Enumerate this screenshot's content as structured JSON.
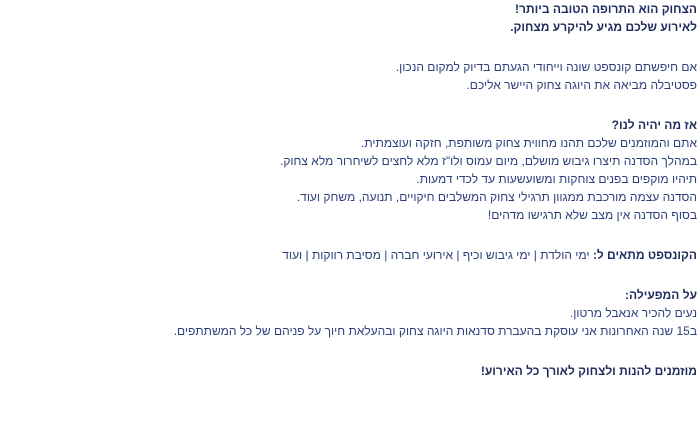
{
  "headline": [
    "הצחוק הוא התרופה הטובה ביותר!",
    "לאירוע שלכם מגיע להיקרע מצחוק."
  ],
  "intro": [
    "אם חיפשתם קונספט שונה וייחודי הגעתם בדיוק למקום הנכון.",
    "פסטיבלה מביאה את היוגה צחוק היישר אליכם."
  ],
  "what_title": "אז מה יהיה לנו?",
  "what_lines": [
    "אתם והמוזמנים שלכם תהנו מחווית צחוק משותפת, חזקה ועוצמתית.",
    "במהלך הסדנה תיצרו גיבוש מושלם, מיום עמוס ולו\"ז מלא לחצים לשיחרור מלא צחוק.",
    "תיהיו מוקפים בפנים צוחקות ומשועשעות עד לכדי דמעות.",
    "הסדנה עצמה מורכבת ממגוון תרגילי צחוק המשלבים חיקויים, תנועה, משחק ועוד.",
    "בסוף הסדנה אין מצב שלא תרגישו מדהים!"
  ],
  "concept_label": "הקונספט מתאים ל:",
  "concept_text": " ימי הולדת | ימי גיבוש וכיף | אירועי חברה | מסיבת רווקות | ועוד",
  "about_title": "על המפעילה:",
  "about_lines": [
    "נעים להכיר אנאבל מרטון.",
    "ב15 שנה האחרונות אני עוסקת בהעברת סדנאות היוגה צחוק ובהעלאת חיוך על פניהם של כל המשתתפים."
  ],
  "closing": "מוזמנים להנות ולצחוק לאורך כל האירוע!"
}
